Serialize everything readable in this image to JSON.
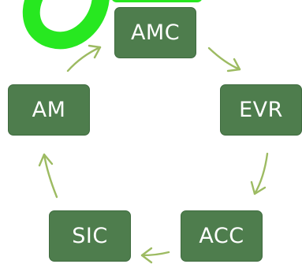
{
  "diagram": {
    "nodes": [
      {
        "id": "amc",
        "label": "AMC"
      },
      {
        "id": "evr",
        "label": "EVR"
      },
      {
        "id": "acc",
        "label": "ACC"
      },
      {
        "id": "sic",
        "label": "SIC"
      },
      {
        "id": "am",
        "label": "AM"
      }
    ],
    "edges": [
      {
        "from": "AMC",
        "to": "EVR"
      },
      {
        "from": "EVR",
        "to": "ACC"
      },
      {
        "from": "ACC",
        "to": "SIC"
      },
      {
        "from": "SIC",
        "to": "AM"
      },
      {
        "from": "AM",
        "to": "AMC"
      }
    ],
    "colors": {
      "node_fill": "#4e7d4d",
      "node_text": "#ffffff",
      "arrow": "#9dbb62",
      "highlight_outline": "#27e820"
    }
  }
}
